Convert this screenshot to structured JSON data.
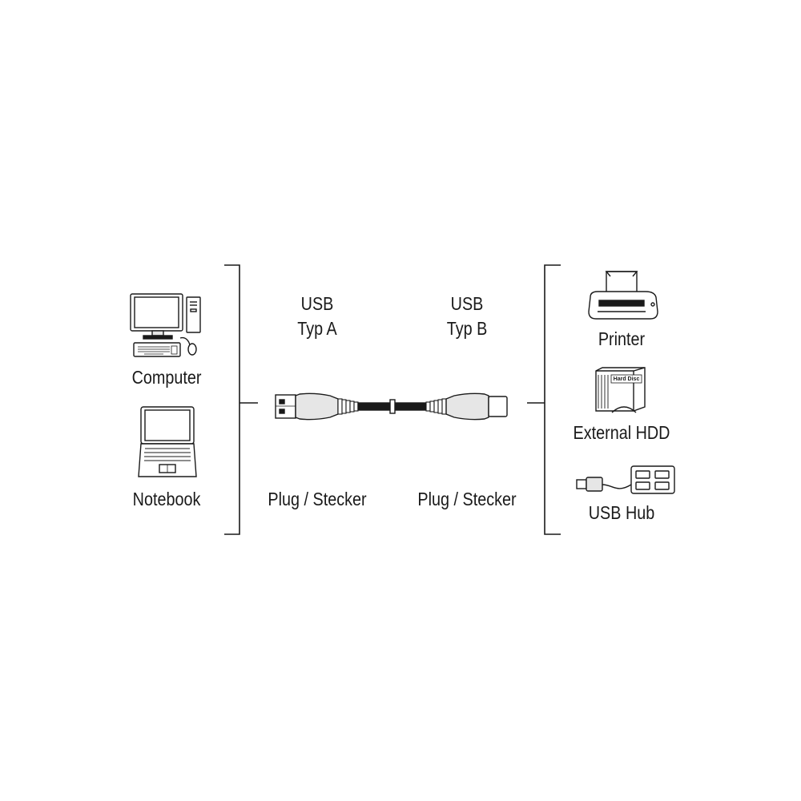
{
  "left_devices": {
    "computer_label": "Computer",
    "notebook_label": "Notebook"
  },
  "connector_a": {
    "title_line1": "USB",
    "title_line2": "Typ A",
    "plug_label": "Plug / Stecker"
  },
  "connector_b": {
    "title_line1": "USB",
    "title_line2": "Typ B",
    "plug_label": "Plug / Stecker"
  },
  "right_devices": {
    "printer_label": "Printer",
    "hdd_label": "External HDD",
    "hdd_badge": "Hard Disc",
    "hub_label": "USB Hub"
  },
  "colors": {
    "line": "#1a1a1a",
    "plug_fill": "#e6e6e6",
    "background": "#ffffff"
  }
}
